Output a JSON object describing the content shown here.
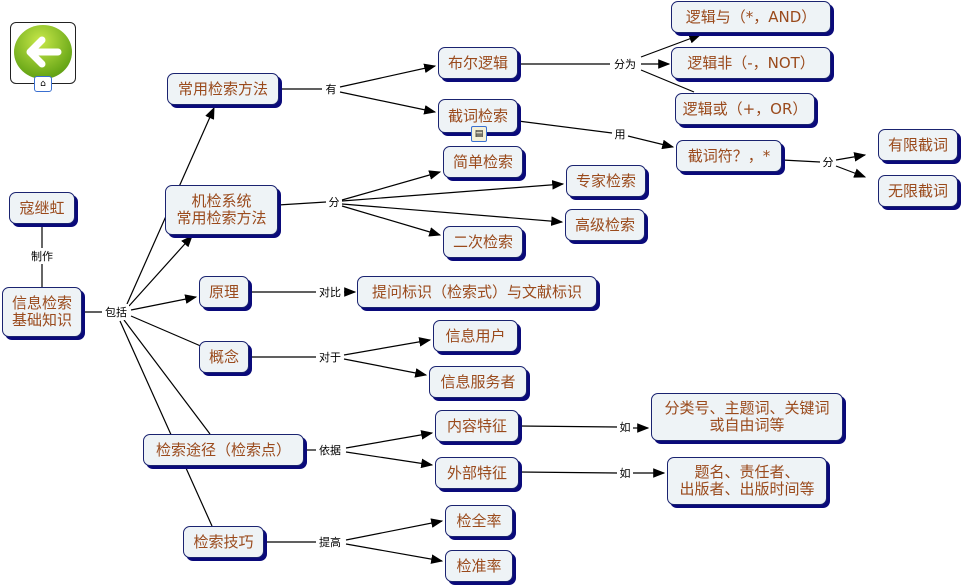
{
  "nodes": {
    "author": "寇继虹",
    "root": "信息检索\n基础知识",
    "common": "常用检索方法",
    "machine": "机检系统\n常用检索方法",
    "principle": "原理",
    "concept": "概念",
    "path": "检索途径（检索点）",
    "skill": "检索技巧",
    "boolean": "布尔逻辑",
    "trunc": "截词检索",
    "simple": "简单检索",
    "expert": "专家检索",
    "advanced": "高级检索",
    "secondary": "二次检索",
    "and": "逻辑与（*，AND）",
    "not": "逻辑非（-，NOT）",
    "or": "逻辑或（+，OR）",
    "truncsym": "截词符？，*",
    "limited": "有限截词",
    "unlimited": "无限截词",
    "compare": "提问标识（检索式）与文献标识",
    "user": "信息用户",
    "provider": "信息服务者",
    "content": "内容特征",
    "external": "外部特征",
    "contentex": "分类号、主题词、关键词\n或自由词等",
    "externalex": "题名、责任者、\n出版者、出版时间等",
    "recall": "检全率",
    "precision": "检准率"
  },
  "links": {
    "make": "制作",
    "include": "包括",
    "have": "有",
    "divide_into": "分为",
    "use": "用",
    "divide1": "分",
    "divide2": "分",
    "contrast": "对比",
    "regarding": "对于",
    "basis": "依据",
    "such1": "如",
    "such2": "如",
    "improve": "提高"
  },
  "icons": {
    "back": "back-arrow-icon",
    "submap": "submap-icon",
    "note": "note-icon"
  }
}
